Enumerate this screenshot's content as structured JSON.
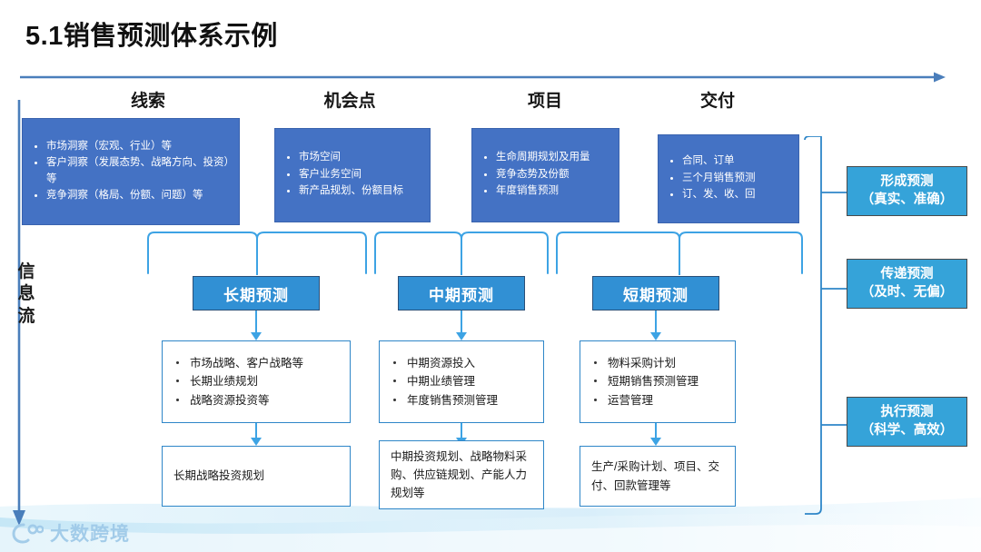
{
  "slide": {
    "title": "5.1销售预测体系示例",
    "flow_label": "信息流",
    "watermark": "大数跨境"
  },
  "stages": [
    {
      "name": "线索"
    },
    {
      "name": "机会点"
    },
    {
      "name": "项目"
    },
    {
      "name": "交付"
    }
  ],
  "source_boxes": [
    {
      "items": [
        "市场洞察（宏观、行业）等",
        "客户洞察（发展态势、战略方向、投资）等",
        "竞争洞察（格局、份额、问题）等"
      ]
    },
    {
      "items": [
        "市场空间",
        "客户业务空间",
        "新产品规划、份额目标"
      ]
    },
    {
      "items": [
        "生命周期规划及用量",
        "竞争态势及份额",
        "年度销售预测"
      ]
    },
    {
      "items": [
        "合同、订单",
        "三个月销售预测",
        "订、发、收、回"
      ]
    }
  ],
  "forecast_buttons": [
    {
      "label": "长期预测"
    },
    {
      "label": "中期预测"
    },
    {
      "label": "短期预测"
    }
  ],
  "detail_boxes": [
    {
      "items": [
        "市场战略、客户战略等",
        "长期业绩规划",
        "战略资源投资等"
      ]
    },
    {
      "items": [
        "中期资源投入",
        "中期业绩管理",
        "年度销售预测管理"
      ]
    },
    {
      "items": [
        "物料采购计划",
        "短期销售预测管理",
        "运营管理"
      ]
    }
  ],
  "output_boxes": [
    {
      "text": "长期战略投资规划"
    },
    {
      "text": "中期投资规划、战略物料采购、供应链规划、产能人力规划等"
    },
    {
      "text": "生产/采购计划、项目、交付、回款管理等"
    }
  ],
  "outcome_labels": [
    {
      "line1": "形成预测",
      "line2": "（真实、准确）"
    },
    {
      "line1": "传递预测",
      "line2": "（及时、无偏）"
    },
    {
      "line1": "执行预测",
      "line2": "（科学、高效）"
    }
  ],
  "colors": {
    "source_fill": "#4472C4",
    "forecast_fill": "#3190D4",
    "outcome_fill": "#35A3D9",
    "outline": "#2E86C8",
    "arrow": "#4a7ebb"
  }
}
